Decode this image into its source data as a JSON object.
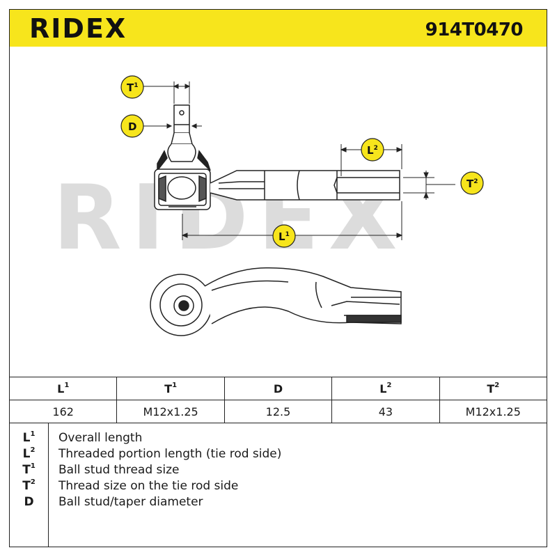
{
  "header": {
    "brand": "RIDEX",
    "part_number": "914T0470",
    "background_color": "#f7e51c"
  },
  "drawing": {
    "watermark": "RIDEX",
    "labels": {
      "t1": {
        "base": "T",
        "sup": "1"
      },
      "d": {
        "base": "D",
        "sup": ""
      },
      "l2": {
        "base": "L",
        "sup": "2"
      },
      "t2": {
        "base": "T",
        "sup": "2"
      },
      "l1": {
        "base": "L",
        "sup": "1"
      }
    },
    "badge_color": "#f7e51c"
  },
  "specs_table": {
    "headers": [
      {
        "base": "L",
        "sup": "1"
      },
      {
        "base": "T",
        "sup": "1"
      },
      {
        "base": "D",
        "sup": ""
      },
      {
        "base": "L",
        "sup": "2"
      },
      {
        "base": "T",
        "sup": "2"
      }
    ],
    "values": [
      "162",
      "M12x1.25",
      "12.5",
      "43",
      "M12x1.25"
    ]
  },
  "legend": [
    {
      "key": "L",
      "sup": "1",
      "description": "Overall length"
    },
    {
      "key": "L",
      "sup": "2",
      "description": "Threaded portion length (tie rod side)"
    },
    {
      "key": "T",
      "sup": "1",
      "description": "Ball stud thread size"
    },
    {
      "key": "T",
      "sup": "2",
      "description": "Thread size on the tie rod side"
    },
    {
      "key": "D",
      "sup": "",
      "description": "Ball stud/taper diameter"
    }
  ]
}
